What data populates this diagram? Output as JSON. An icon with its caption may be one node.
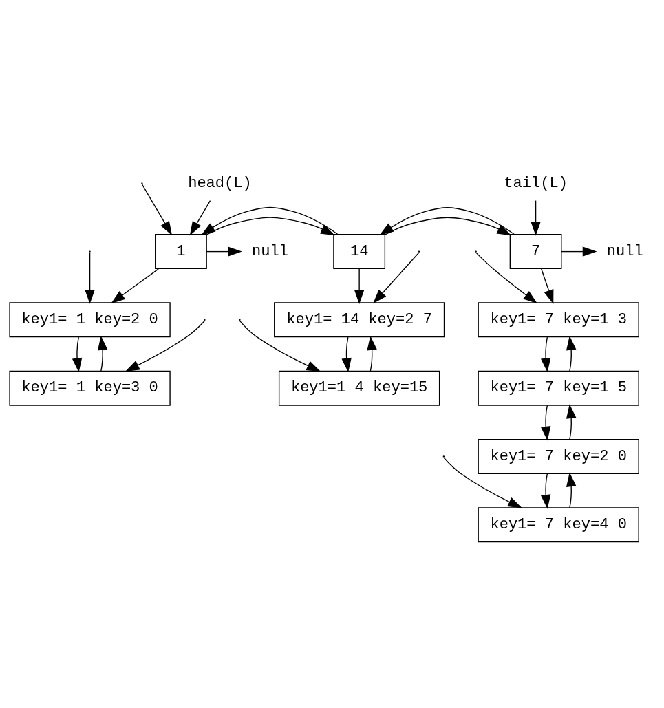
{
  "diagram": {
    "nodes": [
      {
        "text": [
          "null"
        ]
      },
      {
        "text": [
          "1"
        ]
      },
      {
        "text": [
          "14"
        ]
      },
      {
        "text": [
          "7"
        ]
      },
      {
        "text": [
          "null"
        ]
      },
      {
        "text": [
          "head(L)"
        ]
      },
      {
        "text": [
          "tail(L)"
        ]
      },
      {
        "text": [
          "key1= 1 key=2 0"
        ]
      },
      {
        "text": [
          "key1= 1 key=3 0"
        ]
      },
      {
        "text": [
          "key1= 14 key=2 7"
        ]
      },
      {
        "text": [
          "key1=1 4 key=15"
        ]
      },
      {
        "text": [
          "key1= 7 key=1 3"
        ]
      },
      {
        "text": [
          "key1= 7 key=1 5"
        ]
      },
      {
        "text": [
          "key1= 7 key=2 0"
        ]
      },
      {
        "text": [
          "key1= 7 key=4 0"
        ]
      }
    ],
    "edges": [
      {
        "from": 1,
        "to": 0,
        "arrow": "to"
      },
      {
        "from": null,
        "to": 1,
        "arrow": "to"
      },
      {
        "from": 1,
        "to": 2,
        "arrow": "to"
      },
      {
        "from": 2,
        "to": 1,
        "arrow": "to"
      },
      {
        "from": 2,
        "to": 3,
        "arrow": "to"
      },
      {
        "from": 3,
        "to": 2,
        "arrow": "to"
      },
      {
        "from": 3,
        "to": 4,
        "arrow": "to"
      },
      {
        "from": 5,
        "to": 1,
        "arrow": "to"
      },
      {
        "from": 6,
        "to": 3,
        "arrow": "to"
      },
      {
        "from": 1,
        "to": 7,
        "arrow": "to"
      },
      {
        "from": 2,
        "to": 9,
        "arrow": "to"
      },
      {
        "from": 3,
        "to": 11,
        "arrow": "to"
      },
      {
        "from": 7,
        "to": 8,
        "arrow": "to"
      },
      {
        "from": 8,
        "to": 7,
        "arrow": "to"
      },
      {
        "from": 9,
        "to": 10,
        "arrow": "to"
      },
      {
        "from": 10,
        "to": 9,
        "arrow": "to"
      },
      {
        "from": 11,
        "to": 12,
        "arrow": "to"
      },
      {
        "from": 12,
        "to": 11,
        "arrow": "to"
      },
      {
        "from": 12,
        "to": 13,
        "arrow": "to"
      },
      {
        "from": 13,
        "to": 12,
        "arrow": "to"
      },
      {
        "from": 13,
        "to": 14,
        "arrow": "to"
      },
      {
        "from": 14,
        "to": 13,
        "arrow": "to"
      },
      {
        "from": null,
        "to": 7,
        "arrow": "to"
      },
      {
        "from": null,
        "to": 9,
        "arrow": "to"
      },
      {
        "from": null,
        "to": 11,
        "arrow": "to"
      },
      {
        "from": null,
        "to": 8,
        "arrow": "to"
      },
      {
        "from": null,
        "to": 10,
        "arrow": "to"
      },
      {
        "from": null,
        "to": 14,
        "arrow": "to"
      }
    ]
  }
}
